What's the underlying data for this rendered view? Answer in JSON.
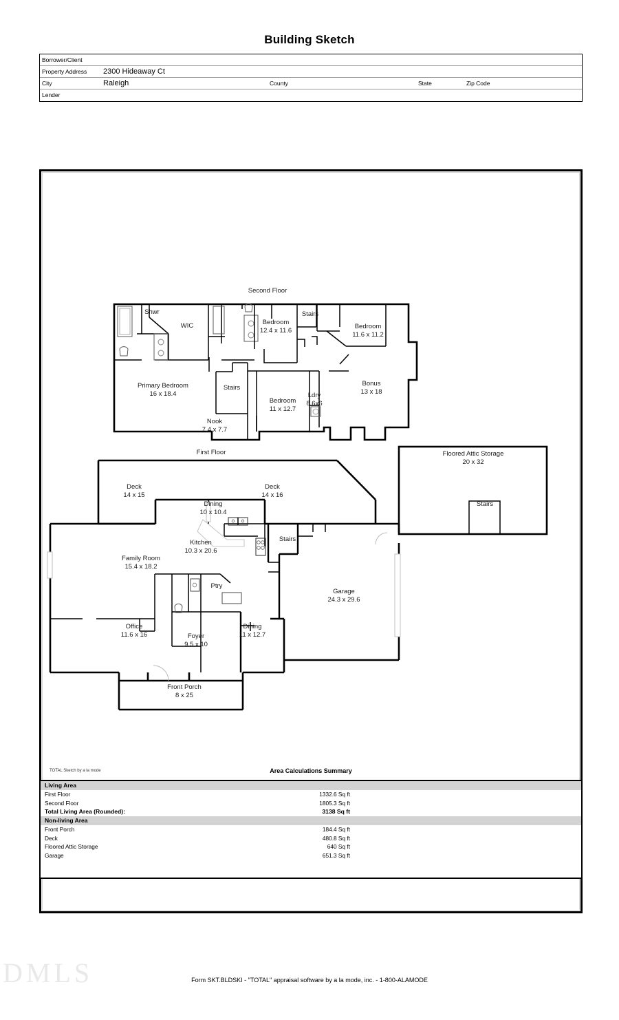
{
  "document": {
    "title": "Building Sketch",
    "form_footer": "Form SKT.BLDSKI - \"TOTAL\" appraisal software by a la mode, inc. - 1-800-ALAMODE",
    "watermark": "DMLS"
  },
  "header": {
    "rows": [
      {
        "label": "Borrower/Client",
        "value": ""
      },
      {
        "label": "Property Address",
        "value": "2300 Hideaway Ct"
      },
      {
        "label": "City",
        "value": "Raleigh"
      },
      {
        "label": "Lender",
        "value": ""
      }
    ],
    "city_row_labels": {
      "county": "County",
      "state": "State",
      "zip": "Zip Code"
    }
  },
  "sketch": {
    "credit": "TOTAL Sketch by a la mode",
    "summary_title": "Area Calculations Summary",
    "floors": [
      {
        "name": "Second Floor"
      },
      {
        "name": "First Floor"
      }
    ],
    "second_floor_rooms": [
      {
        "name": "Shwr",
        "dims": ""
      },
      {
        "name": "WIC",
        "dims": ""
      },
      {
        "name": "Bedroom",
        "dims": "12.4 x 11.6"
      },
      {
        "name": "Stairs",
        "dims": ""
      },
      {
        "name": "Bedroom",
        "dims": "11.6 x 11.2"
      },
      {
        "name": "Primary Bedroom",
        "dims": "16 x 18.4"
      },
      {
        "name": "Stairs",
        "dims": ""
      },
      {
        "name": "Bedroom",
        "dims": "11 x 12.7"
      },
      {
        "name": "Ldry",
        "dims": "8.6x6"
      },
      {
        "name": "Bonus",
        "dims": "13 x 18"
      },
      {
        "name": "Nook",
        "dims": "7.4 x 7.7"
      }
    ],
    "attic": {
      "name": "Floored Attic Storage",
      "dims": "20 x 32",
      "stairs": "Stairs"
    },
    "first_floor_rooms": [
      {
        "name": "Deck",
        "dims": "14 x 15"
      },
      {
        "name": "Deck",
        "dims": "14 x 16"
      },
      {
        "name": "Dining",
        "dims": "10 x 10.4"
      },
      {
        "name": "Kitchen",
        "dims": "10.3 x 20.6"
      },
      {
        "name": "Stairs",
        "dims": ""
      },
      {
        "name": "Family Room",
        "dims": "15.4 x 18.2"
      },
      {
        "name": "Ptry",
        "dims": ""
      },
      {
        "name": "Garage",
        "dims": "24.3 x 29.6"
      },
      {
        "name": "Office",
        "dims": "11.6 x 16"
      },
      {
        "name": "Foyer",
        "dims": "9.5 x 10"
      },
      {
        "name": "Dining",
        "dims": "11 x 12.7"
      },
      {
        "name": "Front Porch",
        "dims": "8 x 25"
      }
    ]
  },
  "area_calculations": {
    "living_area_header": "Living Area",
    "living_rows": [
      {
        "name": "First Floor",
        "value": "1332.6 Sq ft"
      },
      {
        "name": "Second Floor",
        "value": "1805.3 Sq ft"
      }
    ],
    "total_row": {
      "name": "Total Living Area (Rounded):",
      "value": "3138 Sq ft"
    },
    "non_living_header": "Non-living Area",
    "non_living_rows": [
      {
        "name": "Front Porch",
        "value": "184.4 Sq ft"
      },
      {
        "name": "Deck",
        "value": "480.8 Sq ft"
      },
      {
        "name": "Floored Attic Storage",
        "value": "640 Sq ft"
      },
      {
        "name": "Garage",
        "value": "651.3 Sq ft"
      }
    ]
  }
}
